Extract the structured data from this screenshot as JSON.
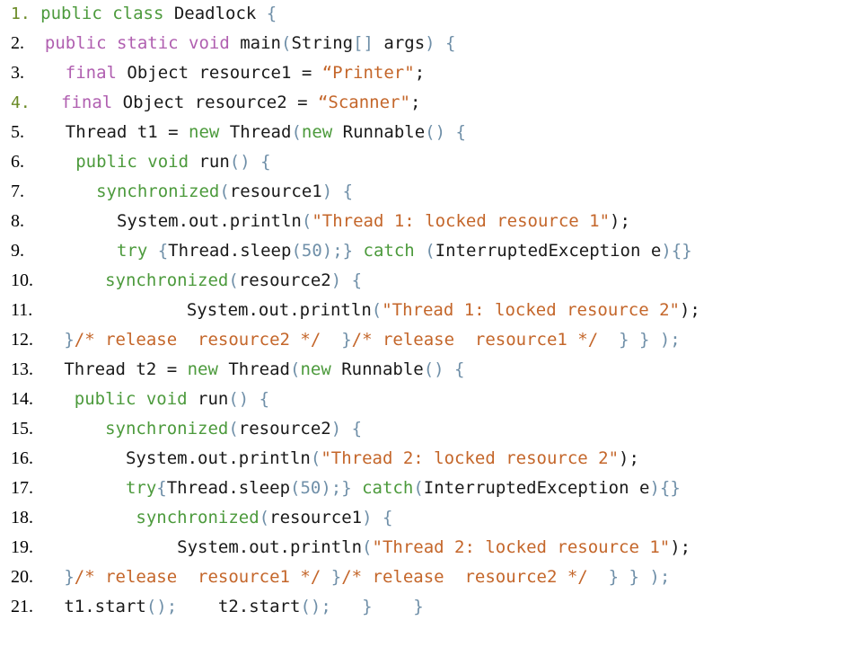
{
  "code": {
    "lines": [
      {
        "num": "1.",
        "segments": [
          {
            "t": "public class ",
            "c": "kw2"
          },
          {
            "t": "Deadlock ",
            "c": "id"
          },
          {
            "t": "{",
            "c": "pun"
          }
        ]
      },
      {
        "num": "2.",
        "segments": [
          {
            "t": " public static void ",
            "c": "kw"
          },
          {
            "t": "main",
            "c": "id"
          },
          {
            "t": "(",
            "c": "pun"
          },
          {
            "t": "String",
            "c": "id"
          },
          {
            "t": "[] ",
            "c": "pun"
          },
          {
            "t": "args",
            "c": "id"
          },
          {
            "t": ") {",
            "c": "pun"
          }
        ]
      },
      {
        "num": "3.",
        "segments": [
          {
            "t": "   final ",
            "c": "kw"
          },
          {
            "t": "Object resource1 = ",
            "c": "id"
          },
          {
            "t": "“Printer\"",
            "c": "str"
          },
          {
            "t": ";",
            "c": "id"
          }
        ]
      },
      {
        "num": "4.",
        "segments": [
          {
            "t": "  final ",
            "c": "kw"
          },
          {
            "t": "Object resource2 = ",
            "c": "id"
          },
          {
            "t": "“Scanner\"",
            "c": "str"
          },
          {
            "t": ";",
            "c": "id"
          }
        ]
      },
      {
        "num": "5.",
        "segments": [
          {
            "t": "   Thread t1 = ",
            "c": "id"
          },
          {
            "t": "new ",
            "c": "kw2"
          },
          {
            "t": "Thread",
            "c": "id"
          },
          {
            "t": "(",
            "c": "pun"
          },
          {
            "t": "new ",
            "c": "kw2"
          },
          {
            "t": "Runnable",
            "c": "id"
          },
          {
            "t": "() {",
            "c": "pun"
          }
        ]
      },
      {
        "num": "6.",
        "segments": [
          {
            "t": "    public void ",
            "c": "kw2"
          },
          {
            "t": "run",
            "c": "id"
          },
          {
            "t": "() {",
            "c": "pun"
          }
        ]
      },
      {
        "num": "7.",
        "segments": [
          {
            "t": "      synchronized",
            "c": "kw2"
          },
          {
            "t": "(",
            "c": "pun"
          },
          {
            "t": "resource1",
            "c": "id"
          },
          {
            "t": ") {",
            "c": "pun"
          }
        ]
      },
      {
        "num": "8.",
        "segments": [
          {
            "t": "        System.out.println",
            "c": "id"
          },
          {
            "t": "(",
            "c": "pun"
          },
          {
            "t": "\"Thread 1: locked resource 1\"",
            "c": "str"
          },
          {
            "t": ");",
            "c": "id"
          }
        ]
      },
      {
        "num": "9.",
        "segments": [
          {
            "t": "        try ",
            "c": "kw2"
          },
          {
            "t": "{",
            "c": "pun"
          },
          {
            "t": "Thread.sleep",
            "c": "id"
          },
          {
            "t": "(50);",
            "c": "pun"
          },
          {
            "t": "} ",
            "c": "pun"
          },
          {
            "t": "catch ",
            "c": "kw2"
          },
          {
            "t": "(",
            "c": "pun"
          },
          {
            "t": "InterruptedException e",
            "c": "id"
          },
          {
            "t": "){}",
            "c": "pun"
          }
        ]
      },
      {
        "num": "10.",
        "segments": [
          {
            "t": "      synchronized",
            "c": "kw2"
          },
          {
            "t": "(",
            "c": "pun"
          },
          {
            "t": "resource2",
            "c": "id"
          },
          {
            "t": ") {",
            "c": "pun"
          }
        ]
      },
      {
        "num": "11.",
        "segments": [
          {
            "t": "              System.out.println",
            "c": "id"
          },
          {
            "t": "(",
            "c": "pun"
          },
          {
            "t": "\"Thread 1: locked resource 2\"",
            "c": "str"
          },
          {
            "t": ");",
            "c": "id"
          }
        ]
      },
      {
        "num": "12.",
        "segments": [
          {
            "t": "  }",
            "c": "pun"
          },
          {
            "t": "/* release  resource2 */  ",
            "c": "cmt"
          },
          {
            "t": "}",
            "c": "pun"
          },
          {
            "t": "/* release  resource1 */  ",
            "c": "cmt"
          },
          {
            "t": "} } );",
            "c": "pun"
          }
        ]
      },
      {
        "num": "13.",
        "segments": [
          {
            "t": "  Thread t2 = ",
            "c": "id"
          },
          {
            "t": "new ",
            "c": "kw2"
          },
          {
            "t": "Thread",
            "c": "id"
          },
          {
            "t": "(",
            "c": "pun"
          },
          {
            "t": "new ",
            "c": "kw2"
          },
          {
            "t": "Runnable",
            "c": "id"
          },
          {
            "t": "() {",
            "c": "pun"
          }
        ]
      },
      {
        "num": "14.",
        "segments": [
          {
            "t": "   public void ",
            "c": "kw2"
          },
          {
            "t": "run",
            "c": "id"
          },
          {
            "t": "() {",
            "c": "pun"
          }
        ]
      },
      {
        "num": "15.",
        "segments": [
          {
            "t": "      synchronized",
            "c": "kw2"
          },
          {
            "t": "(",
            "c": "pun"
          },
          {
            "t": "resource2",
            "c": "id"
          },
          {
            "t": ") {",
            "c": "pun"
          }
        ]
      },
      {
        "num": "16.",
        "segments": [
          {
            "t": "        System.out.println",
            "c": "id"
          },
          {
            "t": "(",
            "c": "pun"
          },
          {
            "t": "\"Thread 2: locked resource 2\"",
            "c": "str"
          },
          {
            "t": ");",
            "c": "id"
          }
        ]
      },
      {
        "num": "17.",
        "segments": [
          {
            "t": "        try",
            "c": "kw2"
          },
          {
            "t": "{",
            "c": "pun"
          },
          {
            "t": "Thread.sleep",
            "c": "id"
          },
          {
            "t": "(50);",
            "c": "pun"
          },
          {
            "t": "} ",
            "c": "pun"
          },
          {
            "t": "catch",
            "c": "kw2"
          },
          {
            "t": "(",
            "c": "pun"
          },
          {
            "t": "InterruptedException e",
            "c": "id"
          },
          {
            "t": "){}",
            "c": "pun"
          }
        ]
      },
      {
        "num": "18.",
        "segments": [
          {
            "t": "         synchronized",
            "c": "kw2"
          },
          {
            "t": "(",
            "c": "pun"
          },
          {
            "t": "resource1",
            "c": "id"
          },
          {
            "t": ") {",
            "c": "pun"
          }
        ]
      },
      {
        "num": "19.",
        "segments": [
          {
            "t": "             System.out.println",
            "c": "id"
          },
          {
            "t": "(",
            "c": "pun"
          },
          {
            "t": "\"Thread 2: locked resource 1\"",
            "c": "str"
          },
          {
            "t": ");",
            "c": "id"
          }
        ]
      },
      {
        "num": "20.",
        "segments": [
          {
            "t": "  }",
            "c": "pun"
          },
          {
            "t": "/* release  resource1 */ ",
            "c": "cmt"
          },
          {
            "t": "}",
            "c": "pun"
          },
          {
            "t": "/* release  resource2 */  ",
            "c": "cmt"
          },
          {
            "t": "} } );",
            "c": "pun"
          }
        ]
      },
      {
        "num": "21.",
        "segments": [
          {
            "t": "  t1.start",
            "c": "id"
          },
          {
            "t": "();",
            "c": "pun"
          },
          {
            "t": "    t2.start",
            "c": "id"
          },
          {
            "t": "();",
            "c": "pun"
          },
          {
            "t": "   }    }",
            "c": "pun"
          }
        ]
      }
    ]
  },
  "colors": {
    "keyword_purple": "#b05fb0",
    "keyword_green": "#4c9a3c",
    "string": "#c4662a",
    "punctuation": "#6f8fa8",
    "identifier": "#1a1a1a"
  }
}
